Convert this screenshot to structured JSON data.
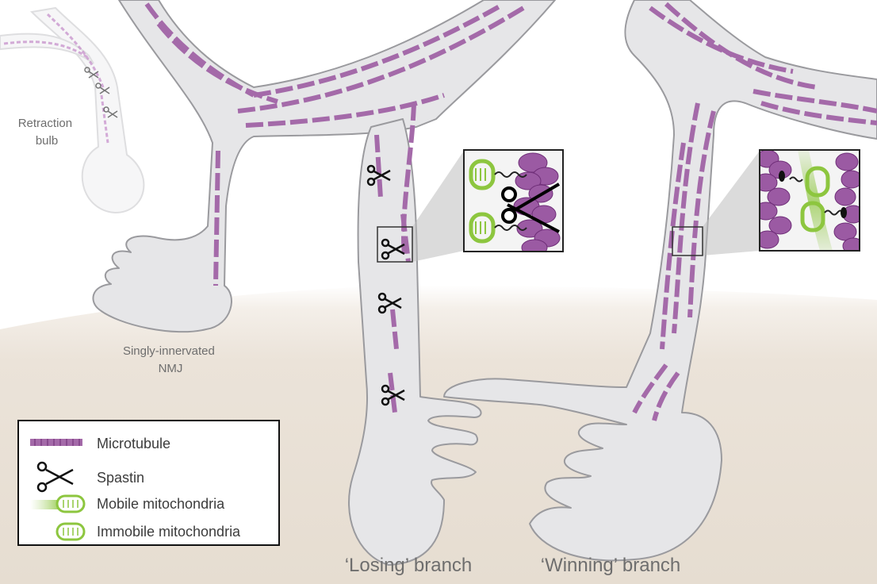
{
  "labels": {
    "retraction_bulb": [
      "Retraction",
      "bulb"
    ],
    "singly_innervated": [
      "Singly-innervated",
      "NMJ"
    ],
    "losing_branch": "‘Losing’ branch",
    "winning_branch": "‘Winning’ branch"
  },
  "legend": {
    "items": [
      {
        "label": "Microtubule",
        "icon": "microtubule-icon"
      },
      {
        "label": "Spastin",
        "icon": "scissors-icon"
      },
      {
        "label": "Mobile mitochondria",
        "icon": "mobile-mitochondria-icon"
      },
      {
        "label": "Immobile mitochondria",
        "icon": "immobile-mitochondria-icon"
      }
    ]
  },
  "colors": {
    "axon_fill": "#e6e6e8",
    "axon_stroke": "#9a9a9e",
    "microtubule": "#a46aa9",
    "microtubule_dark": "#7e3f86",
    "mitochondria": "#8dc63f",
    "muscle": "#e9e1d7",
    "label_text": "#6e6e6e"
  }
}
